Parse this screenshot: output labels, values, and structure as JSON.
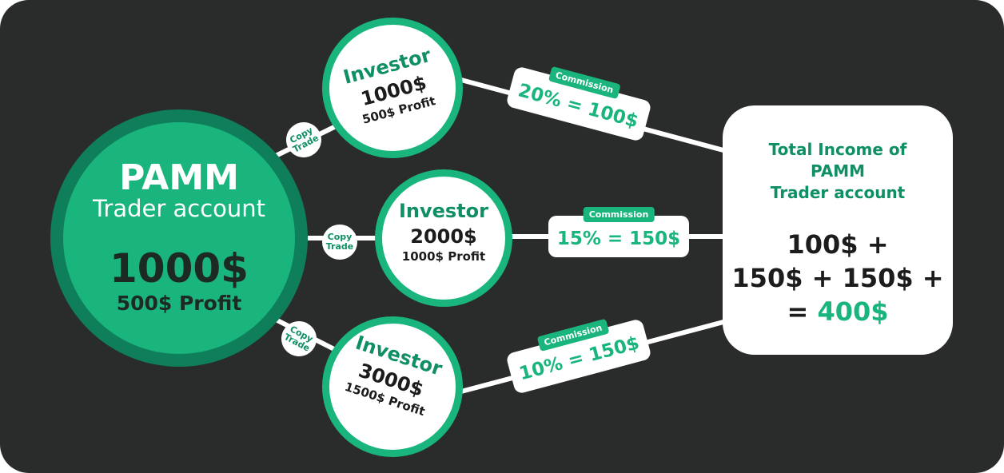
{
  "trader": {
    "title": "PAMM",
    "subtitle": "Trader account",
    "amount": "1000$",
    "profit": "500$ Profit"
  },
  "copy_trade_label": [
    "Copy",
    "Trade"
  ],
  "investors": [
    {
      "label": "Investor",
      "amount": "1000$",
      "profit": "500$ Profit",
      "commission_tag": "Commission",
      "commission": "20% = 100$"
    },
    {
      "label": "Investor",
      "amount": "2000$",
      "profit": "1000$ Profit",
      "commission_tag": "Commission",
      "commission": "15% = 150$"
    },
    {
      "label": "Investor",
      "amount": "3000$",
      "profit": "1500$ Profit",
      "commission_tag": "Commission",
      "commission": "10% = 150$"
    }
  ],
  "total": {
    "title_lines": [
      "Total Income of",
      "PAMM",
      "Trader account"
    ],
    "equation_lines": [
      "100$ +",
      "150$ + 150$ +",
      "= "
    ],
    "result": "400$"
  },
  "colors": {
    "background": "#2a2b2b",
    "accent": "#19b57d",
    "accent_dark": "#0f7e5a",
    "text_dark": "#1c1c1c"
  }
}
